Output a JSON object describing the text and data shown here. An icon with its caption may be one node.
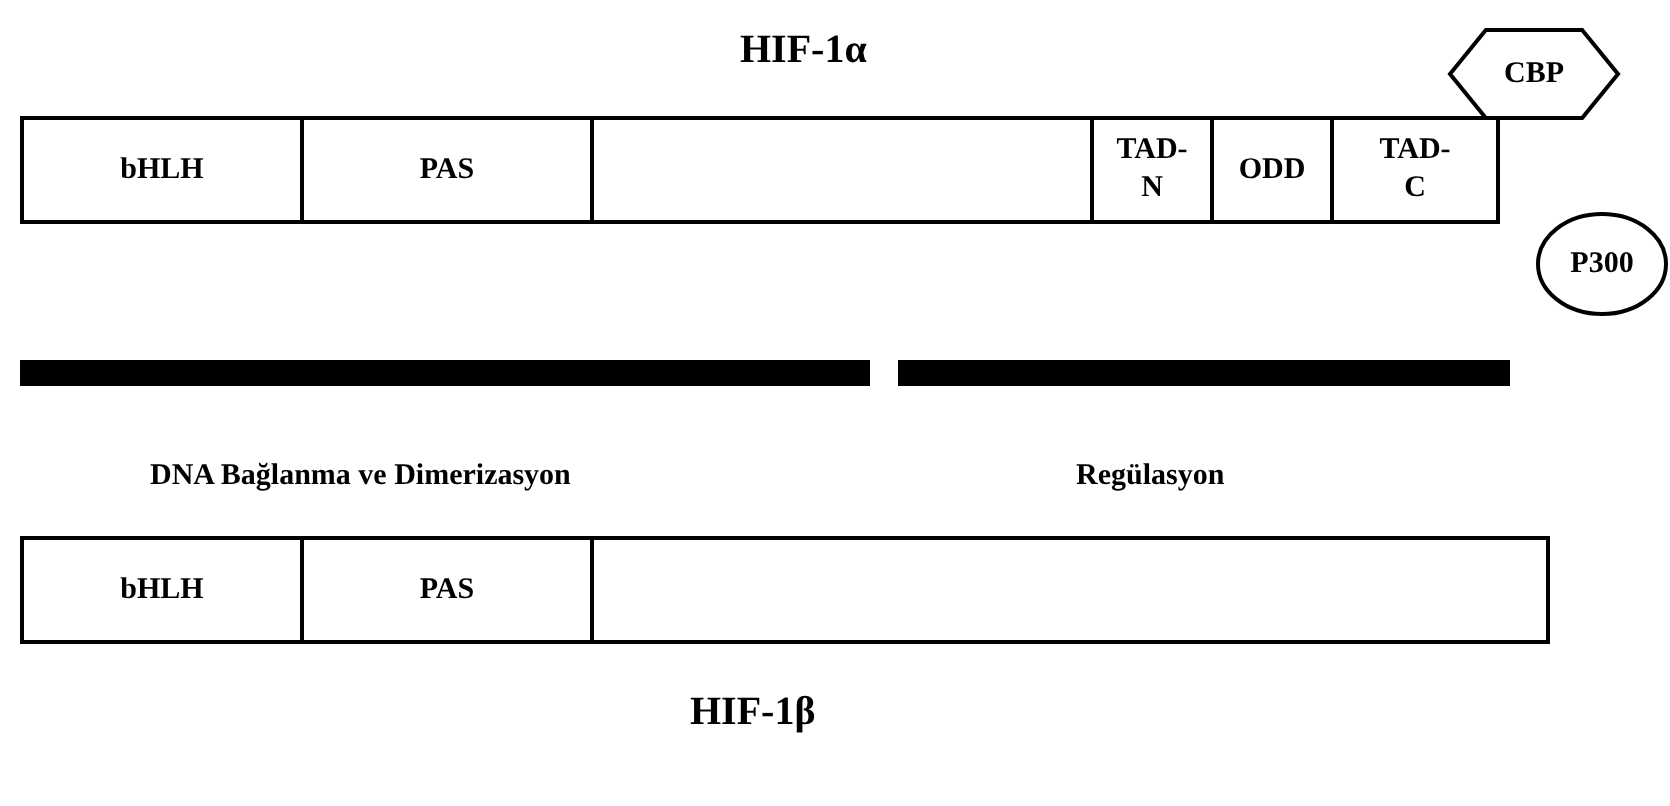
{
  "diagram": {
    "nodes": [
      {
        "text": [
          "bHLH"
        ]
      },
      {
        "text": [
          "PAS"
        ]
      },
      {
        "text": [],
        "shape": "box"
      },
      {
        "text": [
          "TAD-N"
        ]
      },
      {
        "text": [
          "ODD"
        ]
      },
      {
        "text": [
          "TAD-C"
        ]
      },
      {
        "text": [
          "CBP"
        ]
      },
      {
        "text": [
          "P300"
        ]
      },
      {
        "text": [
          "bHLH"
        ]
      },
      {
        "text": [
          "PAS"
        ]
      },
      {
        "text": [],
        "shape": "box"
      }
    ],
    "labels": [
      "HIF-1α",
      "DNA Bağlanma ve Dimerizasyon",
      "Regülasyon",
      "HIF-1β"
    ]
  }
}
